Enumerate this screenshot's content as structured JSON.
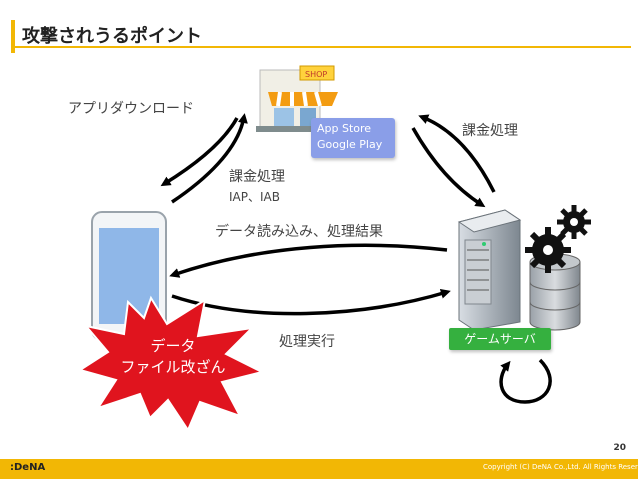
{
  "slide": {
    "title": "攻撃されうるポイント",
    "page_number": "20",
    "footer_logo": ":DeNA",
    "footer_copyright": "Copyright (C) DeNA Co.,Ltd. All Rights Reserved."
  },
  "labels": {
    "app_download": "アプリダウンロード",
    "billing_top": "課金処理",
    "billing_middle": "課金処理",
    "iap_iab": "IAP、IAB",
    "data_read": "データ読み込み、処理結果",
    "execute": "処理実行"
  },
  "store": {
    "line1": "App Store",
    "line2": "Google Play"
  },
  "server": {
    "label": "ゲームサーバ"
  },
  "attack": {
    "line1": "データ",
    "line2": "ファイル改ざん"
  },
  "colors": {
    "accent": "#f2b705",
    "store_box": "#8a9ee8",
    "server_box": "#35b03f",
    "attack_burst": "#e0141e"
  }
}
